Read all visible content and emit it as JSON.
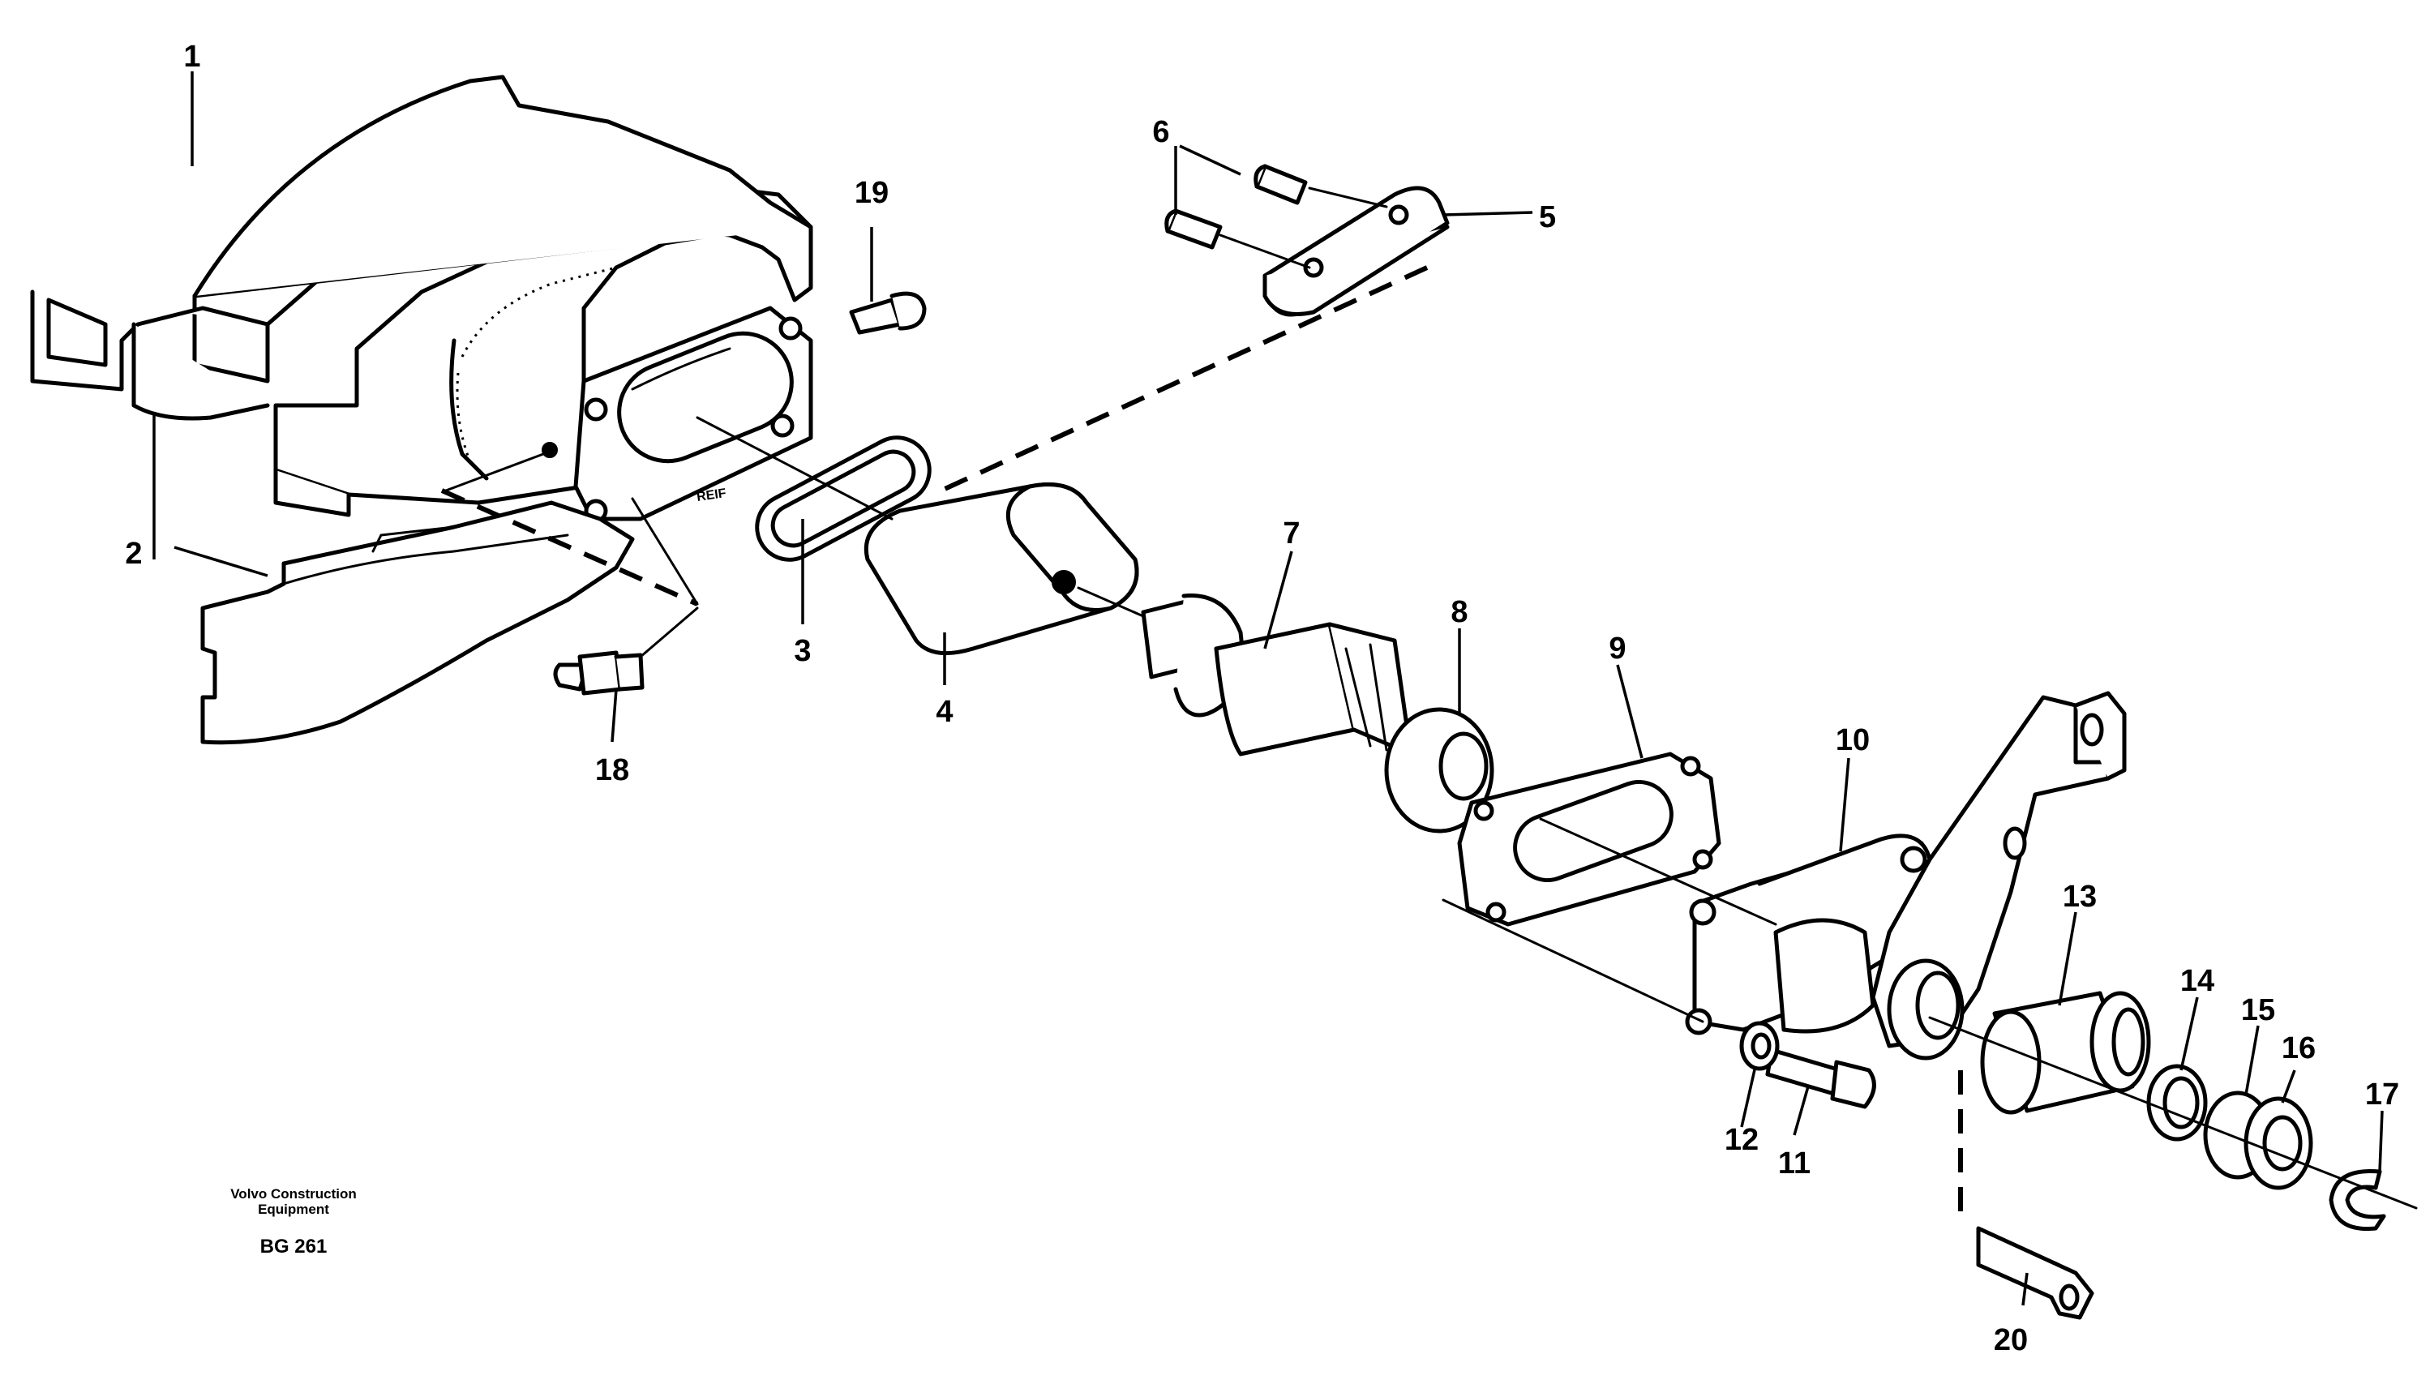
{
  "diagram": {
    "callouts": [
      "1",
      "2",
      "3",
      "4",
      "5",
      "6",
      "7",
      "8",
      "9",
      "10",
      "11",
      "12",
      "13",
      "14",
      "15",
      "16",
      "17",
      "18",
      "19",
      "20"
    ],
    "stamp": "REIF",
    "caption": {
      "line1": "Volvo Construction",
      "line2": "Equipment",
      "code": "BG 261"
    }
  }
}
